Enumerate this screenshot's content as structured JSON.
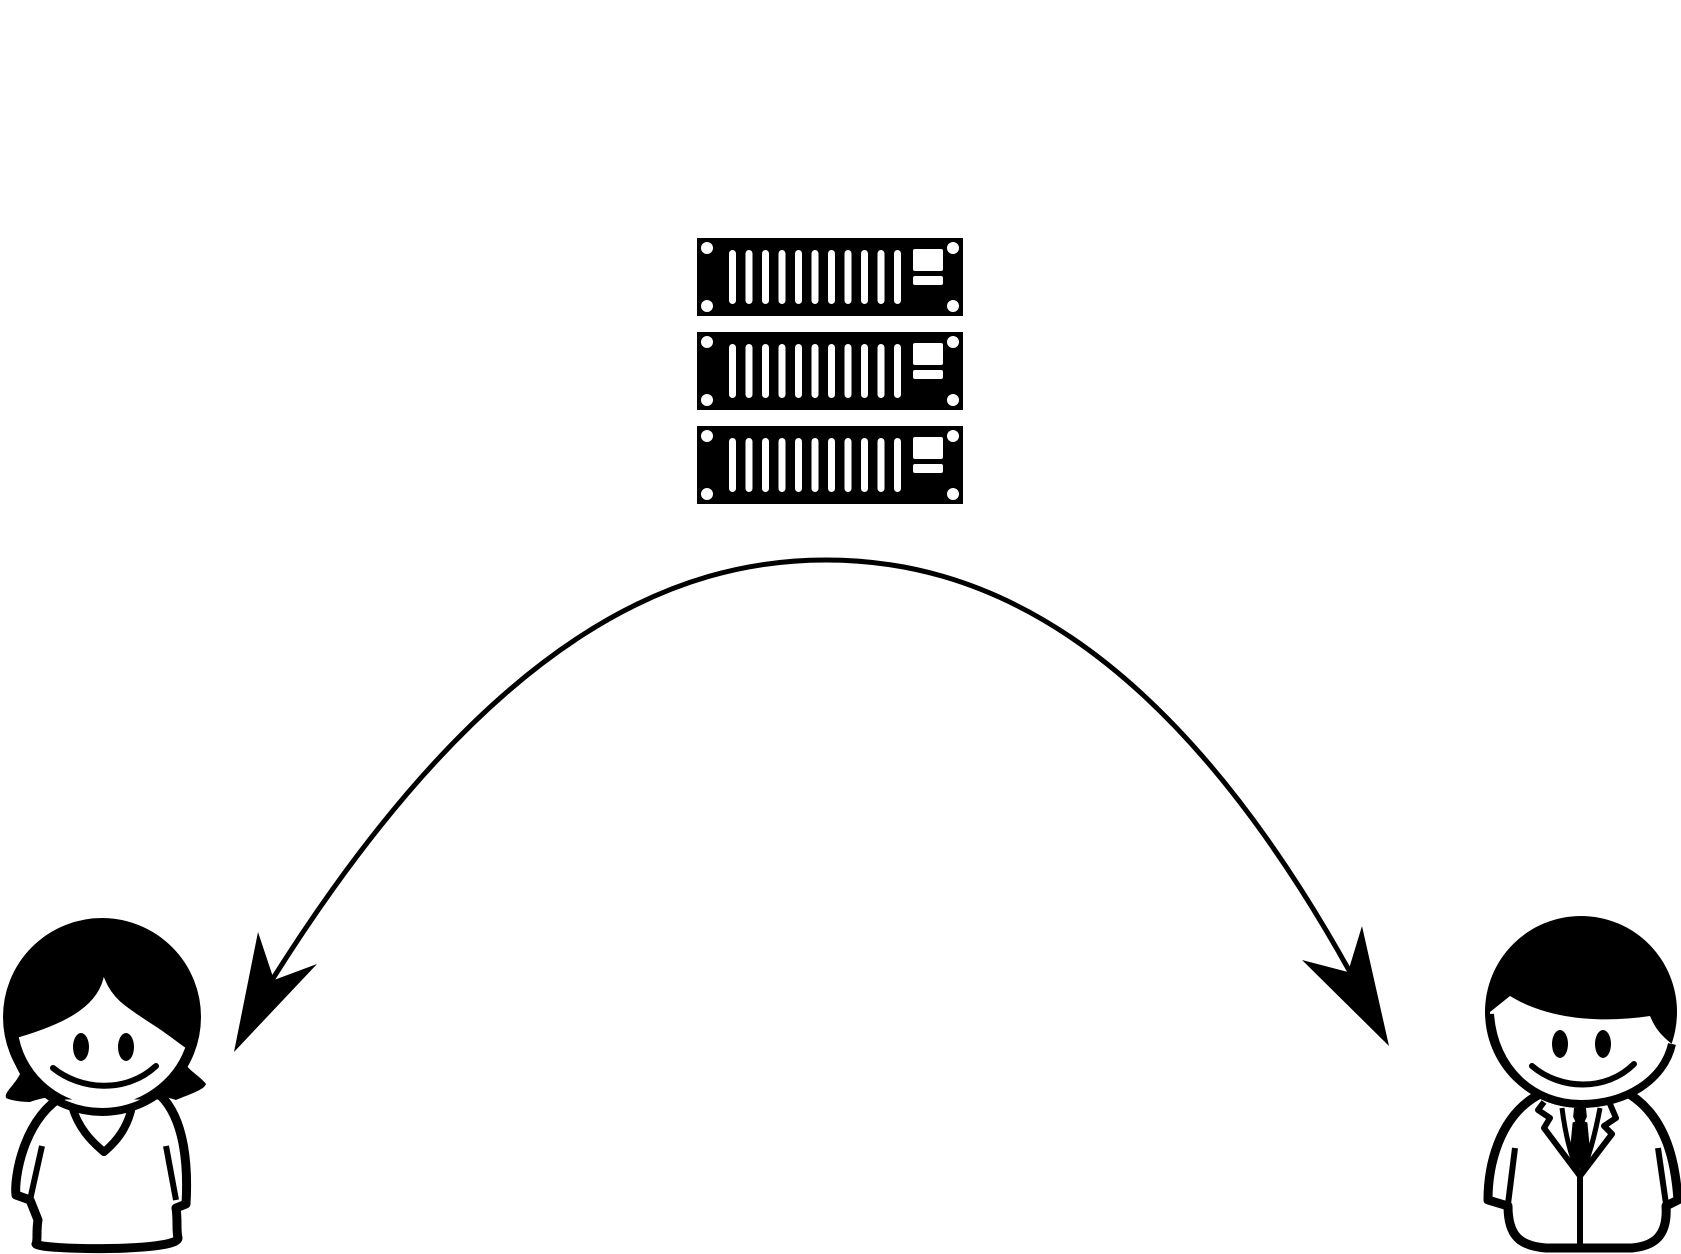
{
  "diagram": {
    "colors": {
      "ink": "#000000",
      "paper": "#ffffff"
    },
    "server": {
      "icon": "server-rack-icon",
      "units": 3,
      "slots_per_unit": 11
    },
    "arrow": {
      "icon": "curved-double-arrow",
      "direction": "bidirectional"
    },
    "left_person": {
      "icon": "woman-user-icon"
    },
    "right_person": {
      "icon": "man-in-suit-user-icon"
    }
  }
}
